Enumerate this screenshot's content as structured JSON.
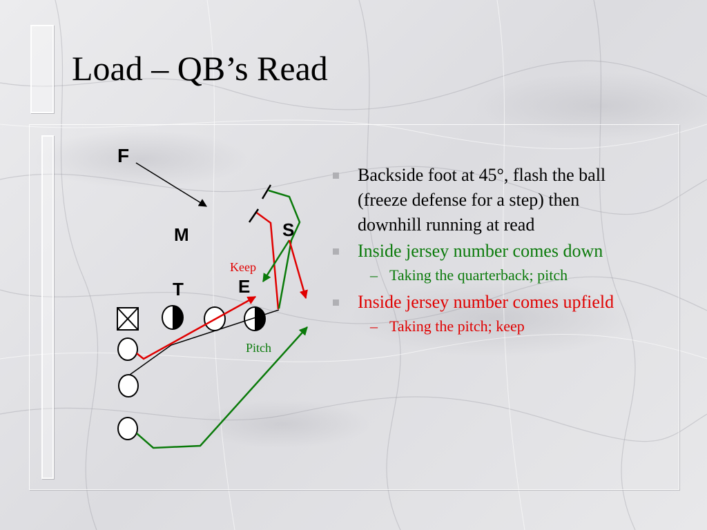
{
  "slide": {
    "title": "Load – QB’s Read"
  },
  "diagram": {
    "labels": {
      "f": "F",
      "m": "M",
      "s": "S",
      "t": "T",
      "e": "E",
      "keep": "Keep",
      "pitch": "Pitch"
    },
    "colors": {
      "red_route": "#e00000",
      "green_route": "#0a7a0a",
      "black_route": "#000000",
      "keep_label": "#e00000",
      "pitch_label": "#0a7a0a"
    }
  },
  "bullets": [
    {
      "text": "Backside foot at 45°, flash the ball (freeze defense for a step) then downhill running at read",
      "color": "#000000",
      "subs": []
    },
    {
      "text": "Inside jersey number comes down",
      "color": "#0a7a0a",
      "subs": [
        {
          "text": "Taking the quarterback; pitch",
          "color": "#0a7a0a"
        }
      ]
    },
    {
      "text": "Inside jersey number comes upfield",
      "color": "#e00000",
      "subs": [
        {
          "text": "Taking the pitch; keep",
          "color": "#e00000"
        }
      ]
    }
  ],
  "sub_dash": "–"
}
